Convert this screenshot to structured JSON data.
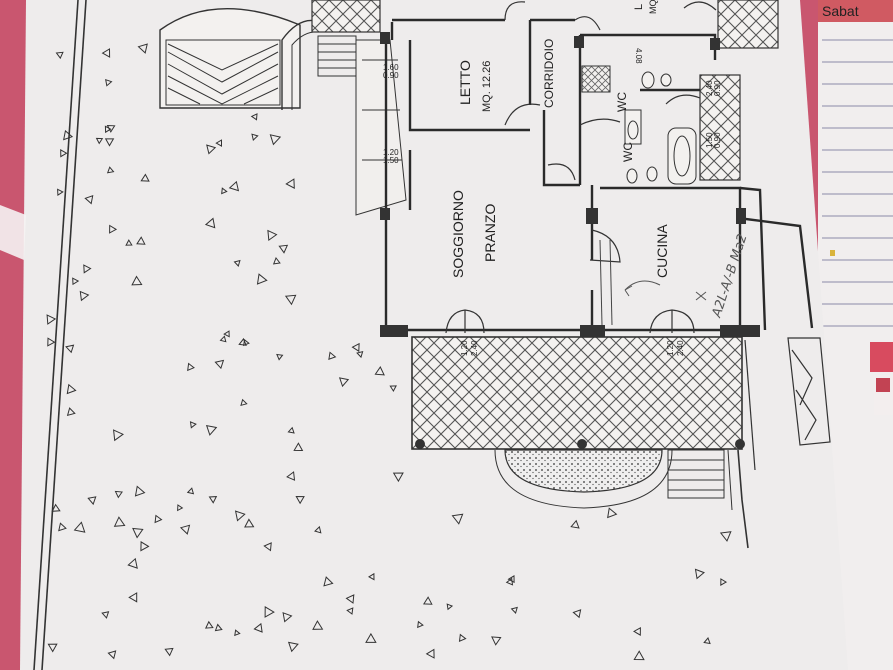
{
  "rooms": {
    "letto": "LETTO",
    "letto_area": "MQ. 12.26",
    "corridoio": "CORRIDOIO",
    "wc_top": "WC",
    "wc_bottom": "WC",
    "soggiorno": "SOGGIORNO",
    "pranzo": "PRANZO",
    "cucina": "CUCINA",
    "top_right_l": "L",
    "top_right_mq": "MQ"
  },
  "dimensions": {
    "w1_a": "1.60",
    "w1_b": "0.90",
    "w2_a": "1.20",
    "w2_b": "1.50",
    "wc_w": "4.08",
    "wc_a": "2.40",
    "wc_b": "0.90",
    "wc_c": "1.50",
    "wc_d": "0.90",
    "door_sog_a": "1.20",
    "door_sog_b": "2.40",
    "door_cuc_a": "1.20",
    "door_cuc_b": "2.40"
  },
  "notebook": {
    "header": "Sabat"
  },
  "handwriting": "A2L-A/-B Ma2"
}
